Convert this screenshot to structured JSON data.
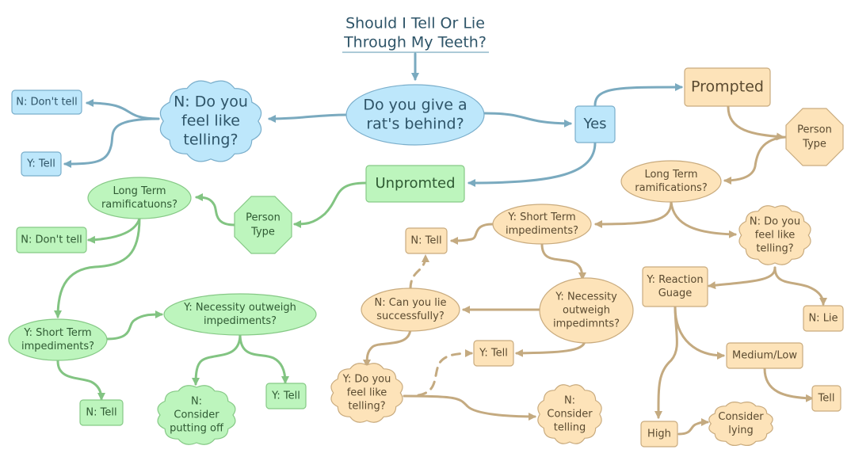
{
  "title": {
    "line1": "Should I Tell Or Lie",
    "line2": "Through My Teeth?"
  },
  "colors": {
    "blue_fill": "#bde7fb",
    "blue_stroke": "#7aaecb",
    "blue_edge": "#7aaabf",
    "green_fill": "#bdf5bd",
    "green_stroke": "#86c986",
    "green_edge": "#82c482",
    "tan_fill": "#fde3b9",
    "tan_stroke": "#c9ab7e",
    "tan_edge": "#c4aa80"
  },
  "nodes": {
    "root": {
      "lines": [
        "Do you give a",
        "rat's behind?"
      ]
    },
    "no_care": {
      "lines": [
        "N: Do you",
        "feel like",
        "telling?"
      ]
    },
    "no_care_dont_tell": {
      "lines": [
        "N: Don't tell"
      ]
    },
    "no_care_tell": {
      "lines": [
        "Y: Tell"
      ]
    },
    "yes": {
      "lines": [
        "Yes"
      ]
    },
    "prompted": {
      "lines": [
        "Prompted"
      ]
    },
    "unprompted": {
      "lines": [
        "Unpromted"
      ]
    },
    "g_person_type": {
      "lines": [
        "Person",
        "Type"
      ]
    },
    "g_long_term": {
      "lines": [
        "Long Term",
        "ramificatuons?"
      ]
    },
    "g_dont_tell": {
      "lines": [
        "N: Don't tell"
      ]
    },
    "g_short_term": {
      "lines": [
        "Y: Short Term",
        "impediments?"
      ]
    },
    "g_necessity": {
      "lines": [
        "Y: Necessity outweigh",
        "impediments?"
      ]
    },
    "g_n_tell": {
      "lines": [
        "N: Tell"
      ]
    },
    "g_consider": {
      "lines": [
        "N:",
        "Consider",
        "putting off"
      ]
    },
    "g_y_tell": {
      "lines": [
        "Y: Tell"
      ]
    },
    "t_person_type": {
      "lines": [
        "Person",
        "Type"
      ]
    },
    "t_long_term": {
      "lines": [
        "Long Term",
        "ramifications?"
      ]
    },
    "t_short_term": {
      "lines": [
        "Y: Short Term",
        "impediments?"
      ]
    },
    "t_n_tell": {
      "lines": [
        "N: Tell"
      ]
    },
    "t_necessity": {
      "lines": [
        "Y: Necessity",
        "outweigh",
        "impedimnts?"
      ]
    },
    "t_can_lie": {
      "lines": [
        "N: Can you lie",
        "successfully?"
      ]
    },
    "t_y_tell": {
      "lines": [
        "Y: Tell"
      ]
    },
    "t_feel_like": {
      "lines": [
        "Y: Do you",
        "feel like",
        "telling?"
      ]
    },
    "t_consider_telling": {
      "lines": [
        "N:",
        "Consider",
        "telling"
      ]
    },
    "t_n_feel": {
      "lines": [
        "N: Do you",
        "feel like",
        "telling?"
      ]
    },
    "t_reaction": {
      "lines": [
        "Y: Reaction",
        "Guage"
      ]
    },
    "t_n_lie": {
      "lines": [
        "N: Lie"
      ]
    },
    "t_medium_low": {
      "lines": [
        "Medium/Low"
      ]
    },
    "t_tell": {
      "lines": [
        "Tell"
      ]
    },
    "t_high": {
      "lines": [
        "High"
      ]
    },
    "t_consider_lying": {
      "lines": [
        "Consider",
        "lying"
      ]
    }
  }
}
